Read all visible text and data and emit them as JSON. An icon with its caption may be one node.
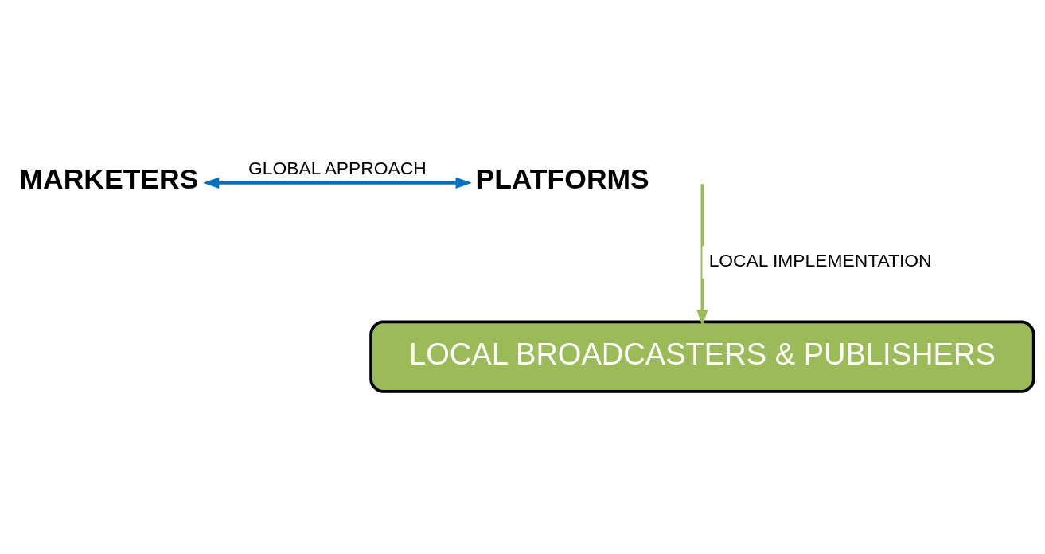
{
  "diagram": {
    "nodes": [
      {
        "text": [
          "MARKETERS"
        ]
      },
      {
        "text": [
          "PLATFORMS"
        ]
      },
      {
        "text": [
          "LOCAL BROADCASTERS & PUBLISHERS"
        ]
      }
    ],
    "edges": [
      {
        "from": 0,
        "to": 1,
        "arrow": "both",
        "label": "GLOBAL APPROACH",
        "color": "#0070c0"
      },
      {
        "from": null,
        "to": 2,
        "arrow": "to",
        "label": "LOCAL IMPLEMENTATION",
        "color": "#9bbb59"
      }
    ]
  }
}
